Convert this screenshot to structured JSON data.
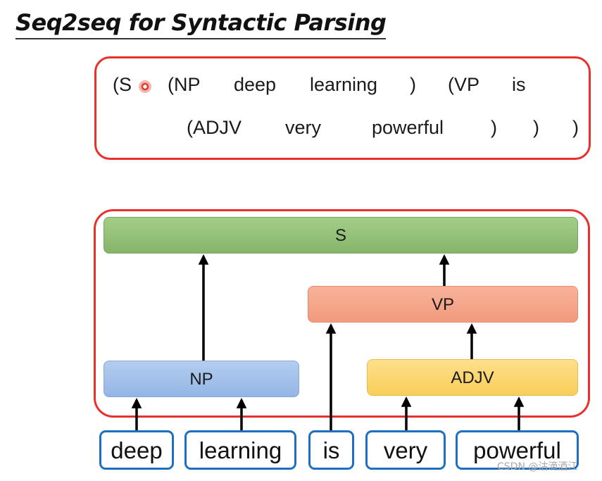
{
  "title": "Seq2seq for Syntactic Parsing",
  "linearized": {
    "line1": [
      "(S",
      "(NP",
      "deep",
      "learning",
      ")",
      "(VP",
      "is"
    ],
    "line2": [
      "(ADJV",
      "very",
      "powerful",
      ")",
      ")",
      ")"
    ]
  },
  "tree": {
    "nodes": {
      "s": "S",
      "vp": "VP",
      "np": "NP",
      "adjv": "ADJV"
    },
    "edges": [
      {
        "from": "np",
        "to": "s"
      },
      {
        "from": "vp",
        "to": "s"
      },
      {
        "from": "adjv",
        "to": "vp"
      },
      {
        "from": "word_is",
        "to": "vp"
      },
      {
        "from": "word_deep",
        "to": "np"
      },
      {
        "from": "word_learning",
        "to": "np"
      },
      {
        "from": "word_very",
        "to": "adjv"
      },
      {
        "from": "word_powerful",
        "to": "adjv"
      }
    ]
  },
  "words": [
    "deep",
    "learning",
    "is",
    "very",
    "powerful"
  ],
  "watermark": "CSDN @沽滴酒江",
  "colors": {
    "box_border": "#e8302c",
    "word_border": "#1f6fc0",
    "s_node": "#8fbf72",
    "vp_node": "#f4a387",
    "np_node": "#a0bee9",
    "adjv_node": "#fad46a"
  }
}
